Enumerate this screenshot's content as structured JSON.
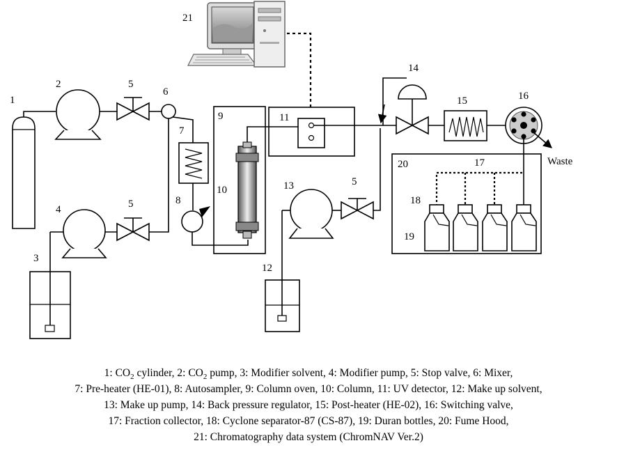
{
  "labels": {
    "n1": "1",
    "n2": "2",
    "n3": "3",
    "n4": "4",
    "n5a": "5",
    "n5b": "5",
    "n5c": "5",
    "n6": "6",
    "n7": "7",
    "n8": "8",
    "n9": "9",
    "n10": "10",
    "n11": "11",
    "n12": "12",
    "n13": "13",
    "n14": "14",
    "n15": "15",
    "n16": "16",
    "n17": "17",
    "n18": "18",
    "n19": "19",
    "n20": "20",
    "n21": "21",
    "waste": "Waste"
  },
  "caption": {
    "line1": {
      "a": "1: CO",
      "a_sub": "2",
      "b": " cylinder, 2: CO",
      "b_sub": "2",
      "c": " pump, 3: Modifier solvent, 4: Modifier pump, 5: Stop valve, 6: Mixer,"
    },
    "line2": "7: Pre-heater (HE-01), 8: Autosampler, 9: Column oven, 10: Column, 11: UV detector, 12: Make up solvent,",
    "line3": "13: Make up pump, 14: Back pressure regulator, 15: Post-heater (HE-02), 16: Switching valve,",
    "line4": "17: Fraction collector, 18: Cyclone separator-87 (CS-87), 19: Duran bottles, 20: Fume Hood,",
    "line5": "21: Chromatography data system (ChromNAV Ver.2)"
  }
}
